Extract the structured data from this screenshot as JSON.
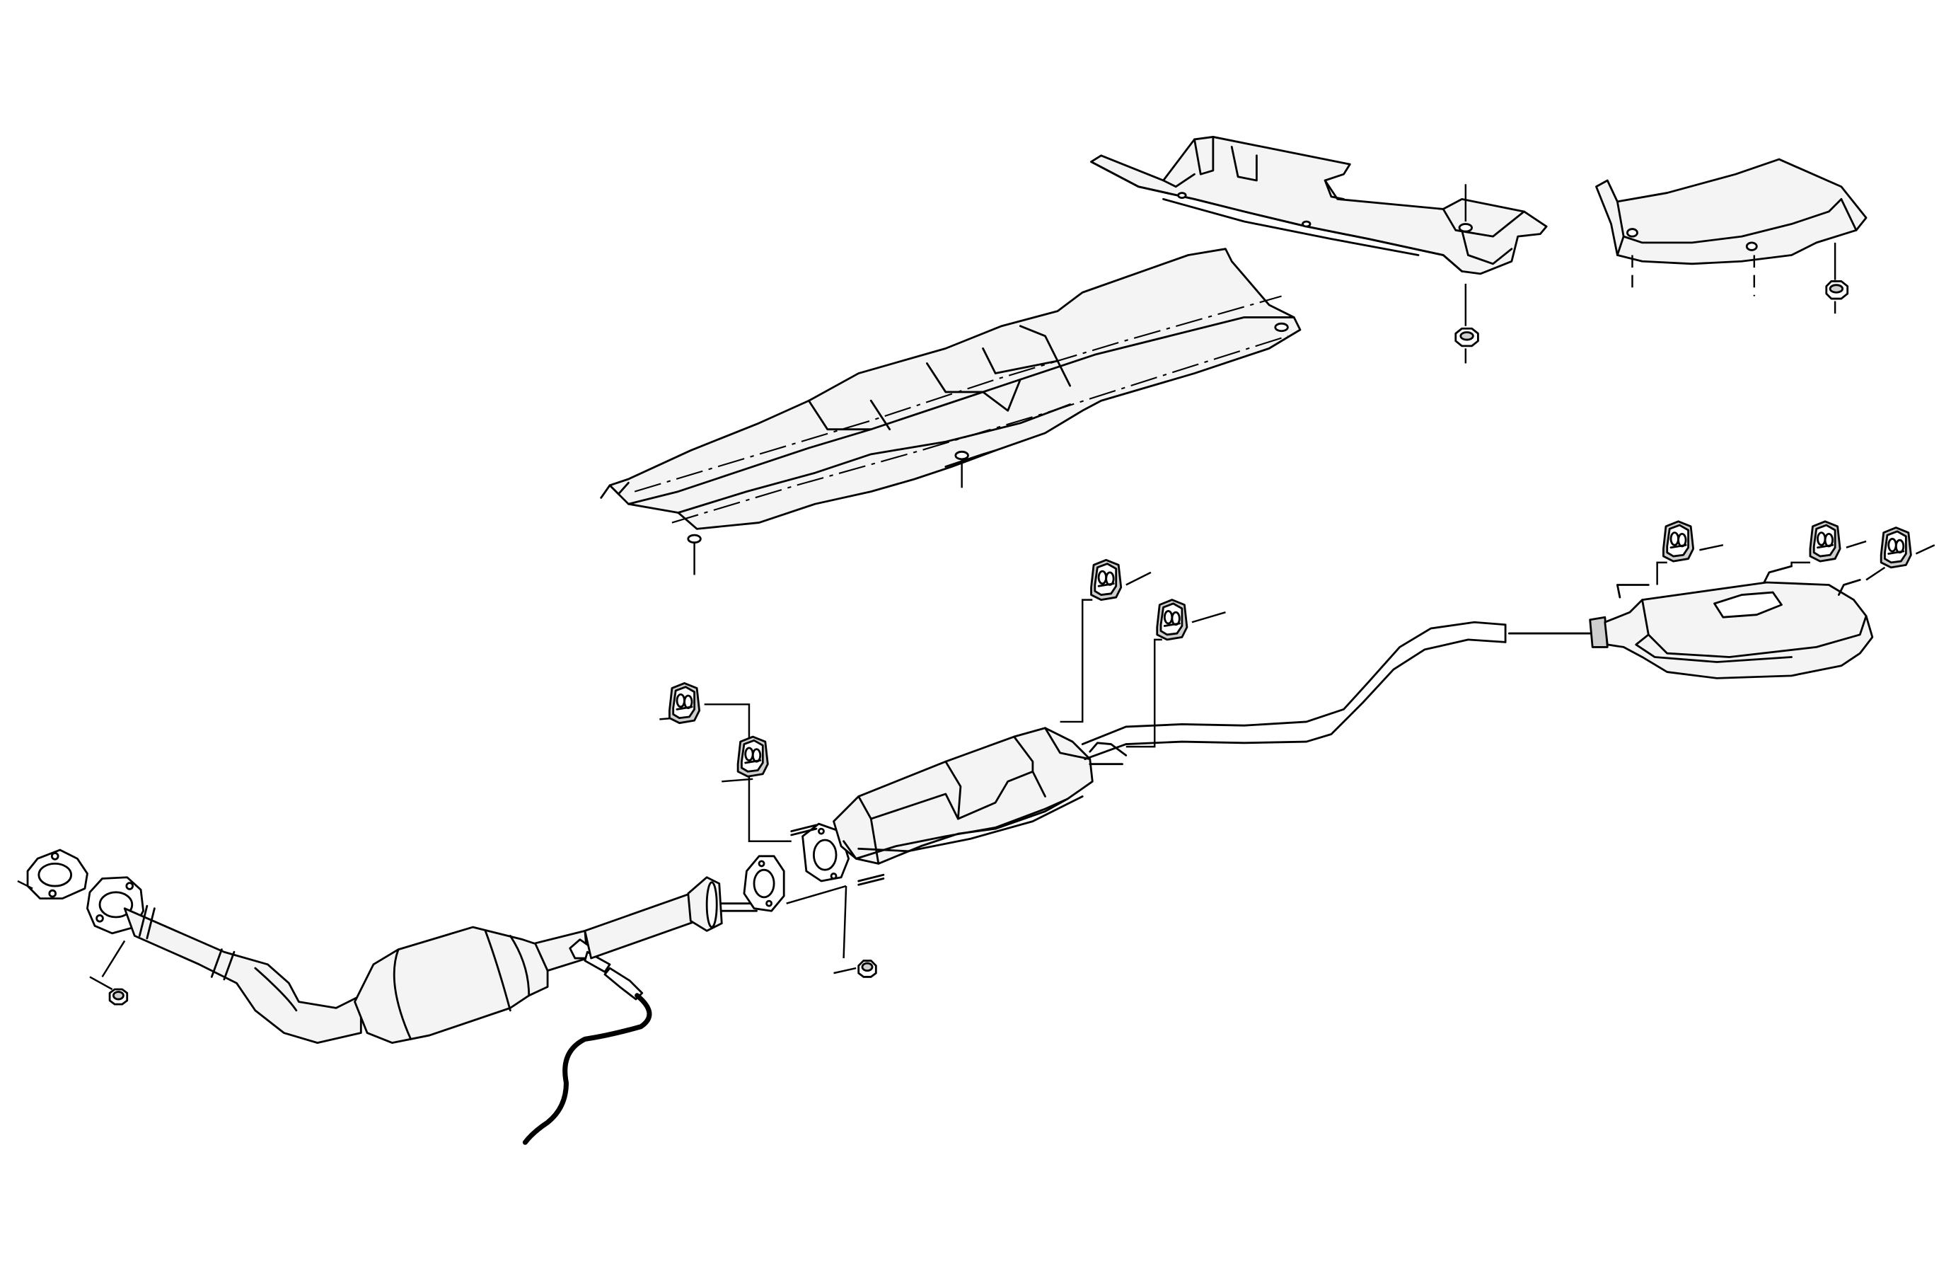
{
  "diagram": {
    "kind": "exploded-parts-view",
    "subject_icon": "exhaust-system-line-art",
    "background": "#ffffff",
    "line_color": "#000000",
    "shade_color": "#f4f4f4",
    "components": [
      "front-pipe-gasket",
      "front-pipe-flange",
      "front-pipe-nut",
      "front-catalytic-converter",
      "oxygen-sensor",
      "intermediate-pipe",
      "intermediate-pipe-flange",
      "center-gasket",
      "center-bolts",
      "rear-catalytic-converter",
      "rubber-hanger",
      "tailpipe",
      "rear-muffler",
      "long-heat-shield",
      "rear-tunnel-heat-shield",
      "muffler-heat-shield",
      "heat-shield-nut"
    ]
  }
}
